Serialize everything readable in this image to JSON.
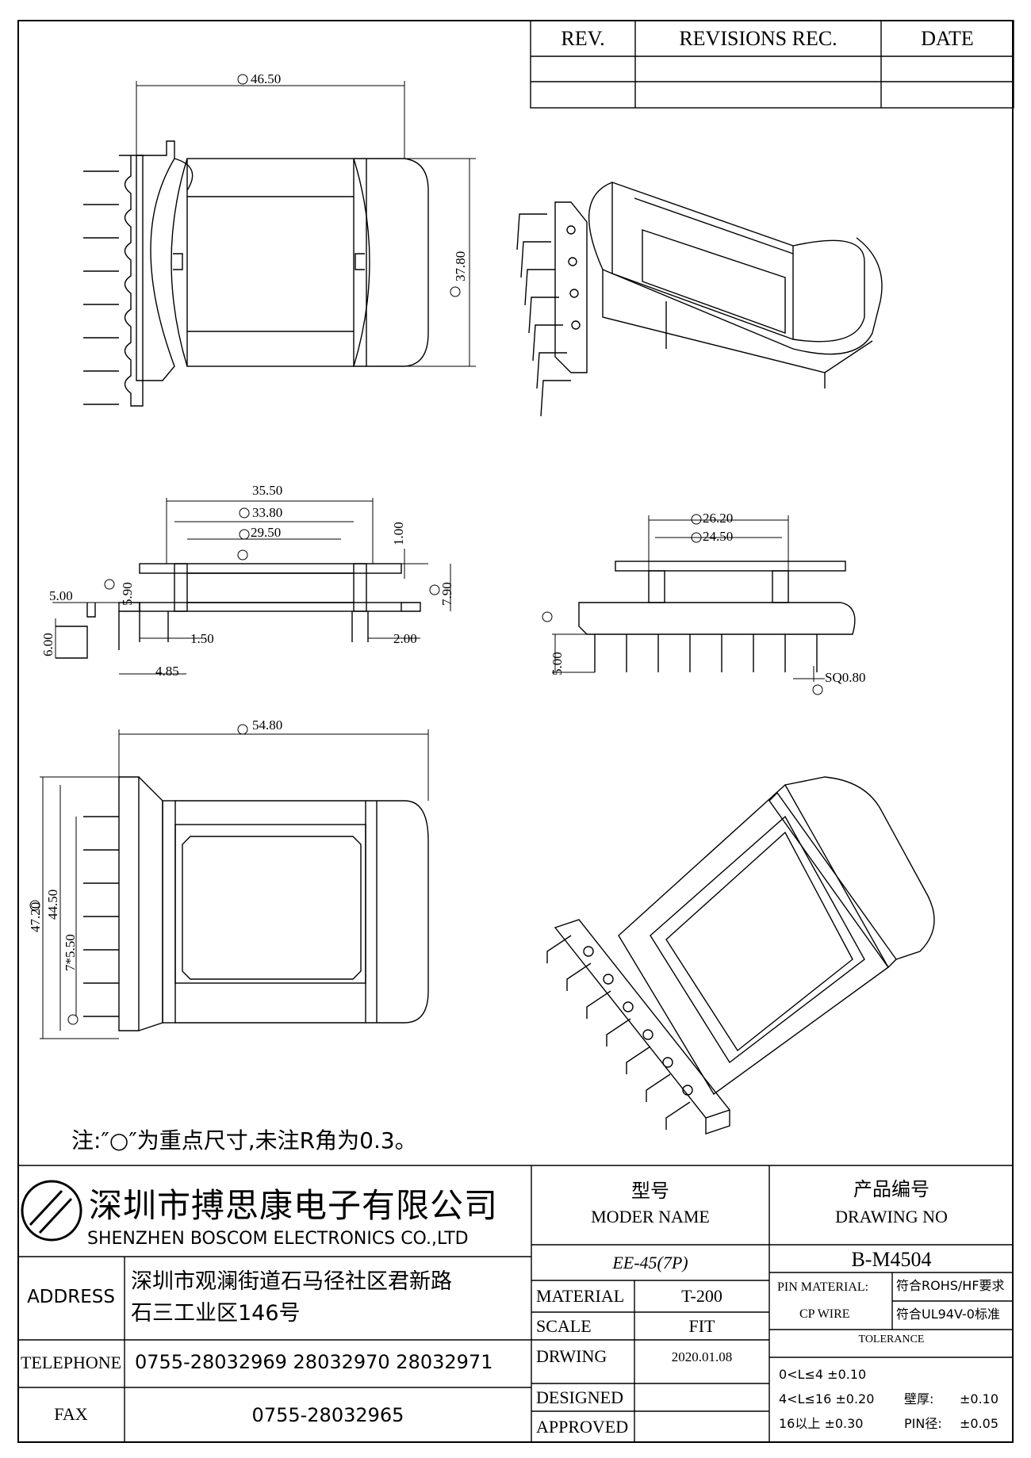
{
  "revision_table": {
    "headers": [
      "REV.",
      "REVISIONS REC.",
      "DATE"
    ]
  },
  "dimensions": {
    "top_view": [
      "46.50",
      "37.80"
    ],
    "side_view": [
      "35.50",
      "33.80",
      "29.50",
      "1.00",
      "5.90",
      "7.90",
      "5.00",
      "6.00",
      "1.50",
      "2.00",
      "4.85"
    ],
    "end_view": [
      "26.20",
      "24.50",
      "5.00",
      "SQ0.80"
    ],
    "bottom_view": [
      "54.80",
      "47.20",
      "44.50",
      "7*5.50"
    ]
  },
  "note": "注:″○″为重点尺寸,未注R角为0.3。",
  "title_block": {
    "company_cn": "深圳市搏思康电子有限公司",
    "company_en": "SHENZHEN  BOSCOM  ELECTRONICS  CO.,LTD",
    "address_label": "ADDRESS",
    "address_line1": "深圳市观澜街道石马径社区君新路",
    "address_line2": "石三工业区146号",
    "telephone_label": "TELEPHONE",
    "telephone": "0755-28032969 28032970 28032971",
    "fax_label": "FAX",
    "fax": "0755-28032965",
    "model_label_cn": "型号",
    "model_label_en": "MODER NAME",
    "model_value": "EE-45(7P)",
    "material_label": "MATERIAL",
    "material_value": "T-200",
    "scale_label": "SCALE",
    "scale_value": "FIT",
    "drwing_label": "DRWING",
    "drwing_value": "2020.01.08",
    "designed_label": "DESIGNED",
    "approved_label": "APPROVED",
    "drawing_no_label_cn": "产品编号",
    "drawing_no_label_en": "DRAWING NO",
    "drawing_no_value": "B-M4504",
    "pin_material_label": "PIN MATERIAL:",
    "pin_material_value": "符合ROHS/HF要求",
    "cp_wire_label": "CP WIRE",
    "cp_wire_value": "符合UL94V-0标准",
    "tolerance_label": "TOLERANCE",
    "tol_row1": "0<L≤4  ±0.10",
    "tol_row2": "4<L≤16  ±0.20",
    "tol_row3": "16以上       ±0.30",
    "wall_label": "壁厚:",
    "wall_value": "±0.10",
    "pin_label": "PIN径:",
    "pin_value": "±0.05"
  }
}
